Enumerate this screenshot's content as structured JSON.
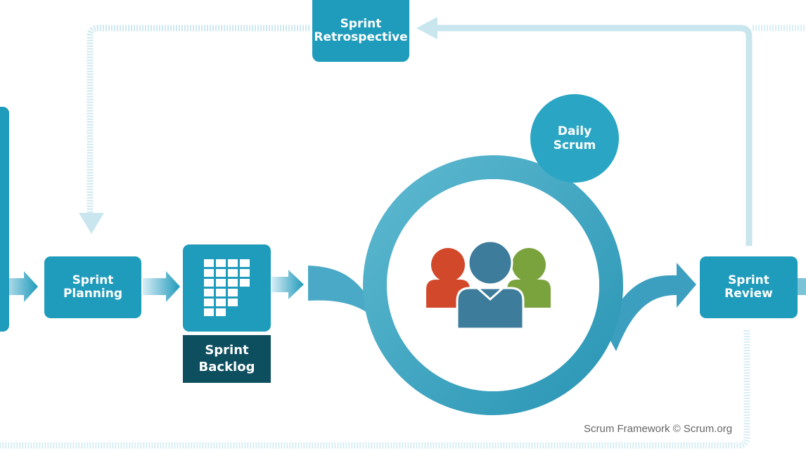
{
  "diagram": {
    "nodes": {
      "sprint_retrospective": {
        "line1": "Sprint",
        "line2": "Retrospective"
      },
      "sprint_planning": {
        "line1": "Sprint",
        "line2": "Planning"
      },
      "sprint_backlog": {
        "line1": "Sprint",
        "line2": "Backlog"
      },
      "daily_scrum": {
        "line1": "Daily",
        "line2": "Scrum"
      },
      "sprint_review": {
        "line1": "Sprint",
        "line2": "Review"
      }
    },
    "people_colors": {
      "left": "#d2482a",
      "center": "#3e7c9c",
      "right": "#7aa33e"
    },
    "accent_color": "#1f9bbb",
    "dark_color": "#0e4f5f",
    "copyright": "Scrum Framework © Scrum.org"
  }
}
